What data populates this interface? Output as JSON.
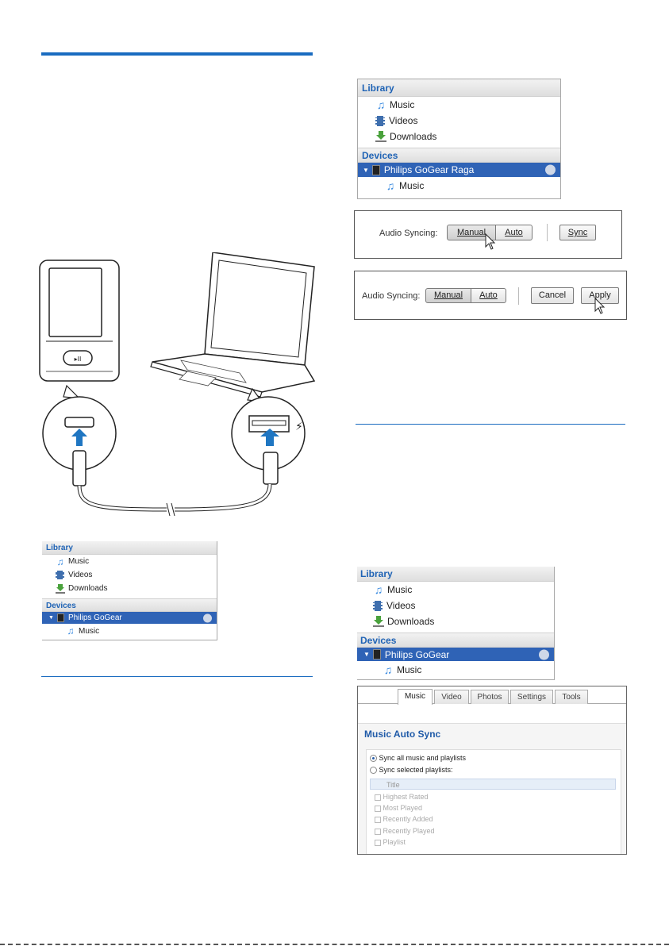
{
  "library_panels": [
    {
      "library_header": "Library",
      "items": [
        "Music",
        "Videos",
        "Downloads"
      ],
      "devices_header": "Devices",
      "device_name": "Philips GoGear Raga",
      "device_child": "Music"
    },
    {
      "library_header": "Library",
      "items": [
        "Music",
        "Videos",
        "Downloads"
      ],
      "devices_header": "Devices",
      "device_name": "Philips GoGear",
      "device_child": "Music"
    },
    {
      "library_header": "Library",
      "items": [
        "Music",
        "Videos",
        "Downloads"
      ],
      "devices_header": "Devices",
      "device_name": "Philips GoGear",
      "device_child": "Music"
    }
  ],
  "sync_dialog_1": {
    "label": "Audio Syncing:",
    "manual": "Manual",
    "auto": "Auto",
    "sync": "Sync"
  },
  "sync_dialog_2": {
    "label": "Audio Syncing:",
    "manual": "Manual",
    "auto": "Auto",
    "cancel": "Cancel",
    "apply": "Apply"
  },
  "settings": {
    "tabs": [
      "Music",
      "Video",
      "Photos",
      "Settings",
      "Tools"
    ],
    "active_tab": "Music",
    "section_title": "Music Auto Sync",
    "option_all": "Sync all music and playlists",
    "option_selected": "Sync selected playlists:",
    "table_header": "Title",
    "playlists": [
      "Highest Rated",
      "Most Played",
      "Recently Added",
      "Recently Played",
      "Playlist"
    ]
  },
  "colors": {
    "accent": "#1a6cc0",
    "device_highlight": "#2f63b6",
    "header_text": "#1f63b5"
  }
}
